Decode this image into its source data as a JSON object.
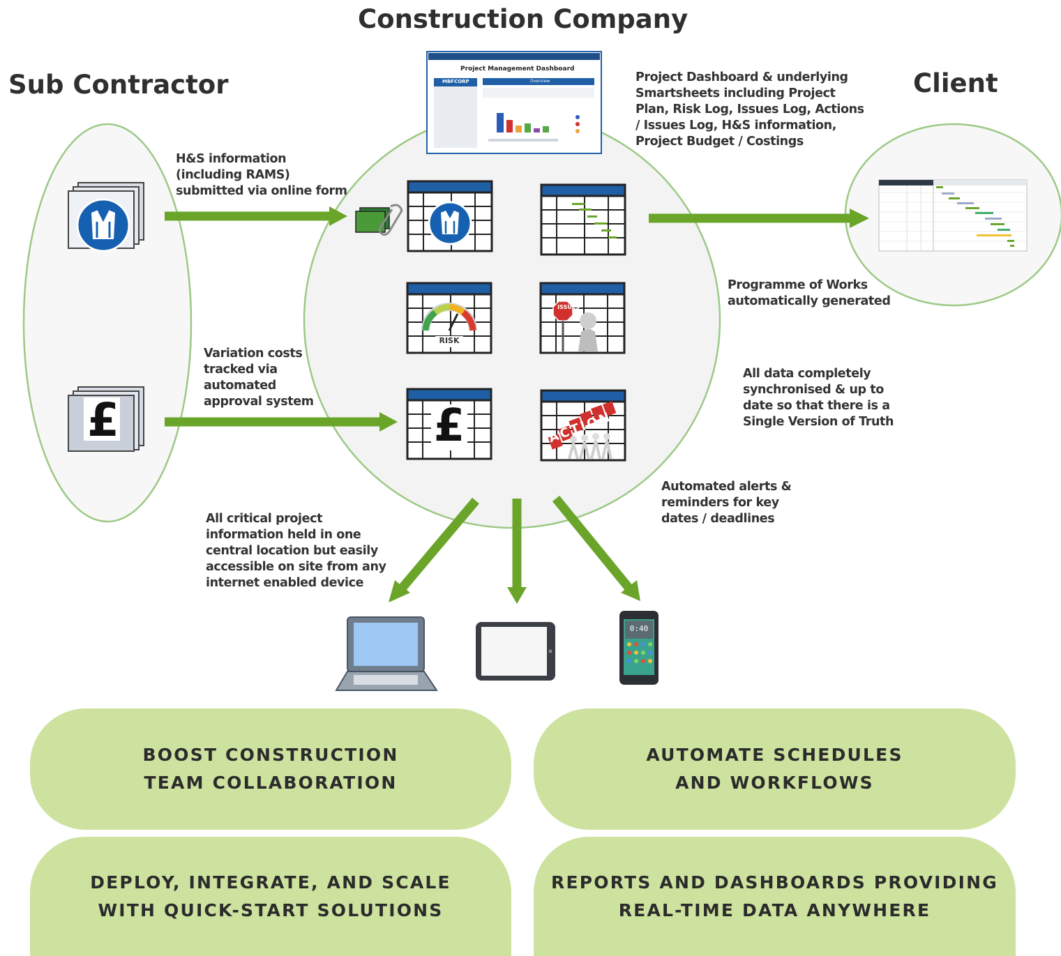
{
  "headings": {
    "company": "Construction Company",
    "subcontractor": "Sub Contractor",
    "client": "Client"
  },
  "notes": {
    "hs_info": [
      "H&S information",
      "(including RAMS)",
      "submitted via online form"
    ],
    "dashboard": [
      "Project Dashboard & underlying",
      "Smartsheets including Project",
      "Plan, Risk Log, Issues Log, Actions",
      "/ Issues Log, H&S information,",
      "Project Budget / Costings"
    ],
    "programme": [
      "Programme of Works",
      "automatically generated"
    ],
    "variation": [
      "Variation costs",
      "tracked via",
      "automated",
      "approval system"
    ],
    "sync": [
      "All data completely",
      "synchronised & up to",
      "date so that there is a",
      "Single Version of Truth"
    ],
    "alerts": [
      "Automated alerts &",
      "reminders for key",
      "dates / deadlines"
    ],
    "critical": [
      "All critical project",
      "information held in one",
      "central location but easily",
      "accessible on site from any",
      "internet enabled device"
    ]
  },
  "dashboard_thumb": {
    "title": "Project Management Dashboard",
    "logo": "MBFCORP",
    "overview": "Overview"
  },
  "sheet_icons": {
    "risk_label": "RISK",
    "issues_label": "ISSUES",
    "action_label": "ACTION",
    "pound_symbol": "£"
  },
  "devices": {
    "phone_screen": "0:40"
  },
  "pills": [
    [
      "BOOST CONSTRUCTION",
      "TEAM COLLABORATION"
    ],
    [
      "AUTOMATE SCHEDULES",
      "AND WORKFLOWS"
    ],
    [
      "DEPLOY, INTEGRATE, AND SCALE",
      "WITH QUICK-START SOLUTIONS"
    ],
    [
      "REPORTS AND DASHBOARDS PROVIDING",
      "REAL-TIME DATA ANYWHERE"
    ]
  ],
  "colors": {
    "arrow_green": "#6aa52a",
    "circle_stroke": "#9cc985",
    "circle_fill": "#f3f3f3",
    "pill_fill": "#cde29f",
    "sheet_header_blue": "#1f5fa6",
    "hs_icon_blue": "#1560b0"
  }
}
